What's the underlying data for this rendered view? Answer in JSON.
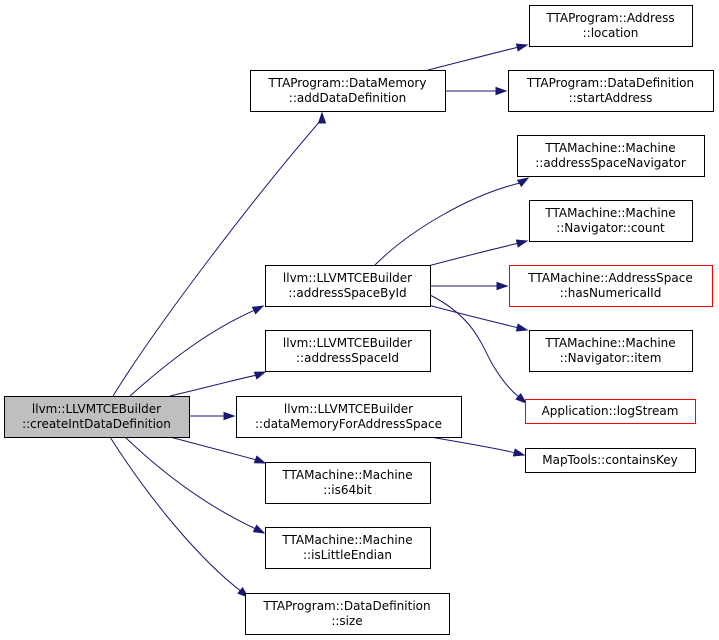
{
  "diagram": {
    "colors": {
      "edge": "#191970",
      "border_default": "#000000",
      "border_undocumented": "#ff0000",
      "root_fill": "#bfbfbf",
      "node_fill": "#ffffff"
    },
    "nodes": [
      {
        "id": "n0",
        "lines": [
          "llvm::LLVMTCEBuilder",
          "::createIntDataDefinition"
        ],
        "style": "root"
      },
      {
        "id": "n1",
        "lines": [
          "TTAProgram::DataMemory",
          "::addDataDefinition"
        ],
        "style": "normal"
      },
      {
        "id": "n2",
        "lines": [
          "TTAProgram::Address",
          "::location"
        ],
        "style": "normal"
      },
      {
        "id": "n3",
        "lines": [
          "TTAProgram::DataDefinition",
          "::startAddress"
        ],
        "style": "normal"
      },
      {
        "id": "n4",
        "lines": [
          "llvm::LLVMTCEBuilder",
          "::addressSpaceById"
        ],
        "style": "normal"
      },
      {
        "id": "n5",
        "lines": [
          "TTAMachine::Machine",
          "::addressSpaceNavigator"
        ],
        "style": "normal"
      },
      {
        "id": "n6",
        "lines": [
          "TTAMachine::Machine",
          "::Navigator::count"
        ],
        "style": "normal"
      },
      {
        "id": "n7",
        "lines": [
          "TTAMachine::AddressSpace",
          "::hasNumericalId"
        ],
        "style": "red"
      },
      {
        "id": "n8",
        "lines": [
          "TTAMachine::Machine",
          "::Navigator::item"
        ],
        "style": "normal"
      },
      {
        "id": "n9",
        "lines": [
          "Application::logStream"
        ],
        "style": "red"
      },
      {
        "id": "n10",
        "lines": [
          "llvm::LLVMTCEBuilder",
          "::addressSpaceId"
        ],
        "style": "normal"
      },
      {
        "id": "n11",
        "lines": [
          "llvm::LLVMTCEBuilder",
          "::dataMemoryForAddressSpace"
        ],
        "style": "normal"
      },
      {
        "id": "n12",
        "lines": [
          "MapTools::containsKey"
        ],
        "style": "normal"
      },
      {
        "id": "n13",
        "lines": [
          "TTAMachine::Machine",
          "::is64bit"
        ],
        "style": "normal"
      },
      {
        "id": "n14",
        "lines": [
          "TTAMachine::Machine",
          "::isLittleEndian"
        ],
        "style": "normal"
      },
      {
        "id": "n15",
        "lines": [
          "TTAProgram::DataDefinition",
          "::size"
        ],
        "style": "normal"
      }
    ],
    "edges": [
      {
        "from": "n0",
        "to": "n1"
      },
      {
        "from": "n1",
        "to": "n2"
      },
      {
        "from": "n1",
        "to": "n3"
      },
      {
        "from": "n0",
        "to": "n4"
      },
      {
        "from": "n4",
        "to": "n5"
      },
      {
        "from": "n4",
        "to": "n6"
      },
      {
        "from": "n4",
        "to": "n7"
      },
      {
        "from": "n4",
        "to": "n8"
      },
      {
        "from": "n4",
        "to": "n9"
      },
      {
        "from": "n0",
        "to": "n10"
      },
      {
        "from": "n0",
        "to": "n11"
      },
      {
        "from": "n11",
        "to": "n12"
      },
      {
        "from": "n0",
        "to": "n13"
      },
      {
        "from": "n0",
        "to": "n14"
      },
      {
        "from": "n0",
        "to": "n15"
      }
    ]
  }
}
